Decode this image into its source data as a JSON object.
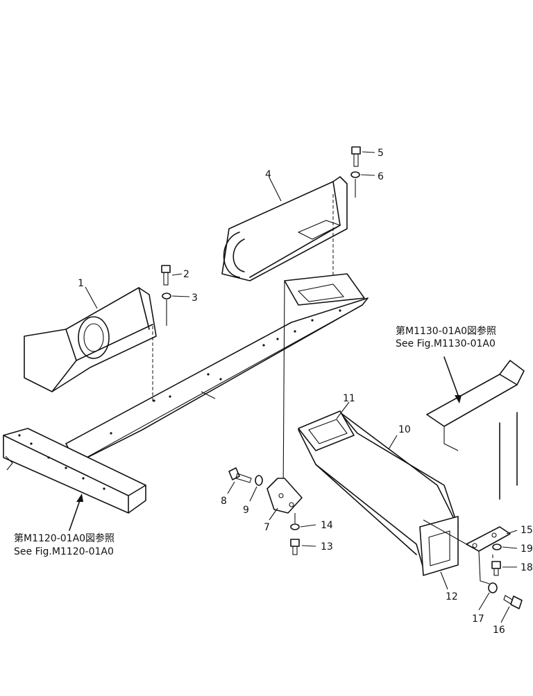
{
  "diagram": {
    "parts": [
      {
        "id": "part-1",
        "number": "1"
      },
      {
        "id": "part-2",
        "number": "2"
      },
      {
        "id": "part-3",
        "number": "3"
      },
      {
        "id": "part-4",
        "number": "4"
      },
      {
        "id": "part-5",
        "number": "5"
      },
      {
        "id": "part-6",
        "number": "6"
      },
      {
        "id": "part-7",
        "number": "7"
      },
      {
        "id": "part-8",
        "number": "8"
      },
      {
        "id": "part-9",
        "number": "9"
      },
      {
        "id": "part-10",
        "number": "10"
      },
      {
        "id": "part-11",
        "number": "11"
      },
      {
        "id": "part-12",
        "number": "12"
      },
      {
        "id": "part-13",
        "number": "13"
      },
      {
        "id": "part-14",
        "number": "14"
      },
      {
        "id": "part-15",
        "number": "15"
      },
      {
        "id": "part-16",
        "number": "16"
      },
      {
        "id": "part-17",
        "number": "17"
      },
      {
        "id": "part-18",
        "number": "18"
      },
      {
        "id": "part-19",
        "number": "19"
      }
    ],
    "references": {
      "right_jp": "第M1130-01A0図参照",
      "right_en": "See Fig.M1130-01A0",
      "left_jp": "第M1120-01A0図参照",
      "left_en": "See Fig.M1120-01A0"
    }
  }
}
